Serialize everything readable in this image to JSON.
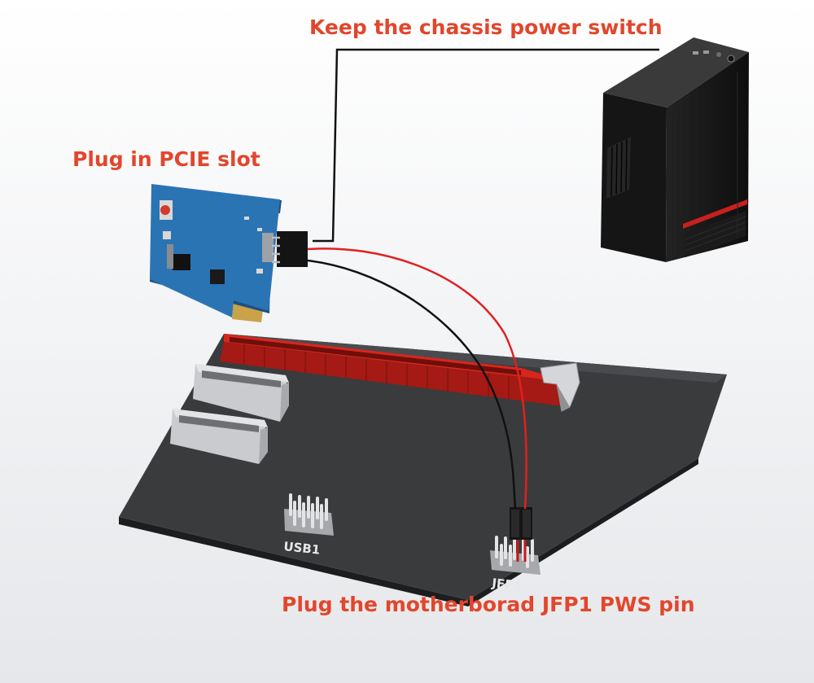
{
  "callouts": {
    "chassis": "Keep the chassis power switch",
    "pcie": "Plug in PCIE slot",
    "jfp1": "Plug the motherborad JFP1 PWS pin"
  },
  "labels": {
    "usb": "USB1",
    "jfp": "JFP1"
  },
  "colors": {
    "callout": "#e2462c",
    "board": "#3a3b3d",
    "slot": "#d9261c",
    "card": "#2b74b4",
    "wire_red": "#e02020",
    "wire_black": "#111111"
  }
}
